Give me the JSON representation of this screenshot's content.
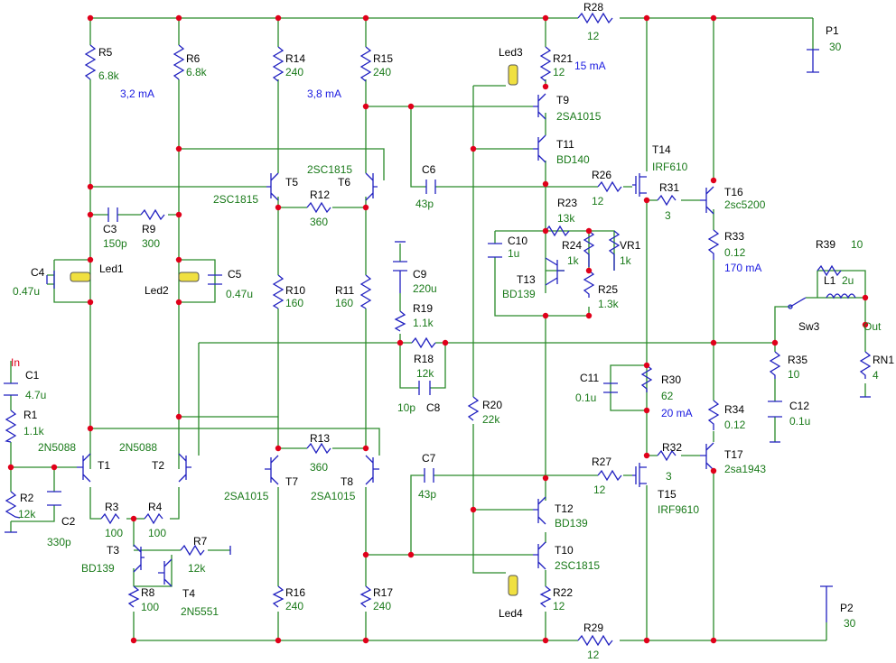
{
  "colors": {
    "wire": "#2a8a2a",
    "component": "#2020c0",
    "junction": "#e0001a",
    "label": "#000000",
    "value": "#1a7a1a",
    "current": "#1a1ae0",
    "led": "#f0e040"
  },
  "components": [
    {
      "id": "R5",
      "name": "R5",
      "value": "6.8k"
    },
    {
      "id": "R6",
      "name": "R6",
      "value": "6.8k"
    },
    {
      "id": "R14",
      "name": "R14",
      "value": "240"
    },
    {
      "id": "R15",
      "name": "R15",
      "value": "240"
    },
    {
      "id": "R28",
      "name": "R28",
      "value": "12"
    },
    {
      "id": "R21",
      "name": "R21",
      "value": "12"
    },
    {
      "id": "P1",
      "name": "P1",
      "value": "30"
    },
    {
      "id": "LED3",
      "name": "Led3",
      "value": ""
    },
    {
      "id": "T9",
      "name": "T9",
      "value": "2SA1015"
    },
    {
      "id": "T11",
      "name": "T11",
      "value": "BD140"
    },
    {
      "id": "T14",
      "name": "T14",
      "value": "IRF610"
    },
    {
      "id": "T5",
      "name": "T5",
      "value": "2SC1815"
    },
    {
      "id": "T6",
      "name": "T6",
      "value": "2SC1815"
    },
    {
      "id": "R12",
      "name": "R12",
      "value": "360"
    },
    {
      "id": "C6",
      "name": "C6",
      "value": "43p"
    },
    {
      "id": "R26",
      "name": "R26",
      "value": "12"
    },
    {
      "id": "R31",
      "name": "R31",
      "value": "3"
    },
    {
      "id": "T16",
      "name": "T16",
      "value": "2sc5200"
    },
    {
      "id": "C3",
      "name": "C3",
      "value": "150p"
    },
    {
      "id": "R9",
      "name": "R9",
      "value": "300"
    },
    {
      "id": "R23",
      "name": "R23",
      "value": "13k"
    },
    {
      "id": "C10",
      "name": "C10",
      "value": "1u"
    },
    {
      "id": "R24",
      "name": "R24",
      "value": "1k"
    },
    {
      "id": "VR1",
      "name": "VR1",
      "value": "1k"
    },
    {
      "id": "R33",
      "name": "R33",
      "value": "0.12"
    },
    {
      "id": "R39",
      "name": "R39",
      "value": "10"
    },
    {
      "id": "L1",
      "name": "L1",
      "value": "2u"
    },
    {
      "id": "C4",
      "name": "C4",
      "value": "0.47u"
    },
    {
      "id": "LED1",
      "name": "Led1",
      "value": ""
    },
    {
      "id": "LED2",
      "name": "Led2",
      "value": ""
    },
    {
      "id": "C5",
      "name": "C5",
      "value": "0.47u"
    },
    {
      "id": "R10",
      "name": "R10",
      "value": "160"
    },
    {
      "id": "R11",
      "name": "R11",
      "value": "160"
    },
    {
      "id": "C9",
      "name": "C9",
      "value": "220u"
    },
    {
      "id": "T13",
      "name": "T13",
      "value": "BD139"
    },
    {
      "id": "R25",
      "name": "R25",
      "value": "1.3k"
    },
    {
      "id": "SW3",
      "name": "Sw3",
      "value": ""
    },
    {
      "id": "R19",
      "name": "R19",
      "value": "1.1k"
    },
    {
      "id": "R18",
      "name": "R18",
      "value": "12k"
    },
    {
      "id": "C8",
      "name": "C8",
      "value": "10p"
    },
    {
      "id": "R35",
      "name": "R35",
      "value": "10"
    },
    {
      "id": "RN1",
      "name": "RN1",
      "value": "4"
    },
    {
      "id": "C1",
      "name": "C1",
      "value": "4.7u"
    },
    {
      "id": "R1",
      "name": "R1",
      "value": "1.1k"
    },
    {
      "id": "C11",
      "name": "C11",
      "value": "0.1u"
    },
    {
      "id": "R30",
      "name": "R30",
      "value": "62"
    },
    {
      "id": "R20",
      "name": "R20",
      "value": "22k"
    },
    {
      "id": "C12",
      "name": "C12",
      "value": "0.1u"
    },
    {
      "id": "R34",
      "name": "R34",
      "value": "0.12"
    },
    {
      "id": "T1",
      "name": "T1",
      "value": "2N5088"
    },
    {
      "id": "T2",
      "name": "T2",
      "value": "2N5088"
    },
    {
      "id": "R13",
      "name": "R13",
      "value": "360"
    },
    {
      "id": "C7",
      "name": "C7",
      "value": "43p"
    },
    {
      "id": "R2",
      "name": "R2",
      "value": "12k"
    },
    {
      "id": "C2",
      "name": "C2",
      "value": "330p"
    },
    {
      "id": "T7",
      "name": "T7",
      "value": "2SA1015"
    },
    {
      "id": "T8",
      "name": "T8",
      "value": "2SA1015"
    },
    {
      "id": "R27",
      "name": "R27",
      "value": "12"
    },
    {
      "id": "R32",
      "name": "R32",
      "value": "3"
    },
    {
      "id": "T17",
      "name": "T17",
      "value": "2sa1943"
    },
    {
      "id": "T15",
      "name": "T15",
      "value": "IRF9610"
    },
    {
      "id": "T12",
      "name": "T12",
      "value": "BD139"
    },
    {
      "id": "R3",
      "name": "R3",
      "value": "100"
    },
    {
      "id": "R4",
      "name": "R4",
      "value": "100"
    },
    {
      "id": "T3",
      "name": "T3",
      "value": "BD139"
    },
    {
      "id": "R7",
      "name": "R7",
      "value": "12k"
    },
    {
      "id": "T10",
      "name": "T10",
      "value": "2SC1815"
    },
    {
      "id": "R8",
      "name": "R8",
      "value": "100"
    },
    {
      "id": "T4",
      "name": "T4",
      "value": "2N5551"
    },
    {
      "id": "R16",
      "name": "R16",
      "value": "240"
    },
    {
      "id": "R17",
      "name": "R17",
      "value": "240"
    },
    {
      "id": "LED4",
      "name": "Led4",
      "value": ""
    },
    {
      "id": "R22",
      "name": "R22",
      "value": "12"
    },
    {
      "id": "P2",
      "name": "P2",
      "value": "30"
    },
    {
      "id": "R29",
      "name": "R29",
      "value": "12"
    }
  ],
  "annotations": {
    "current_input_stage": "3,2 mA",
    "current_vas": "3,8 mA",
    "current_driver_top": "15 mA",
    "current_output": "170 mA",
    "current_driver_bottom": "20 mA",
    "input": "In",
    "output": "Out"
  }
}
